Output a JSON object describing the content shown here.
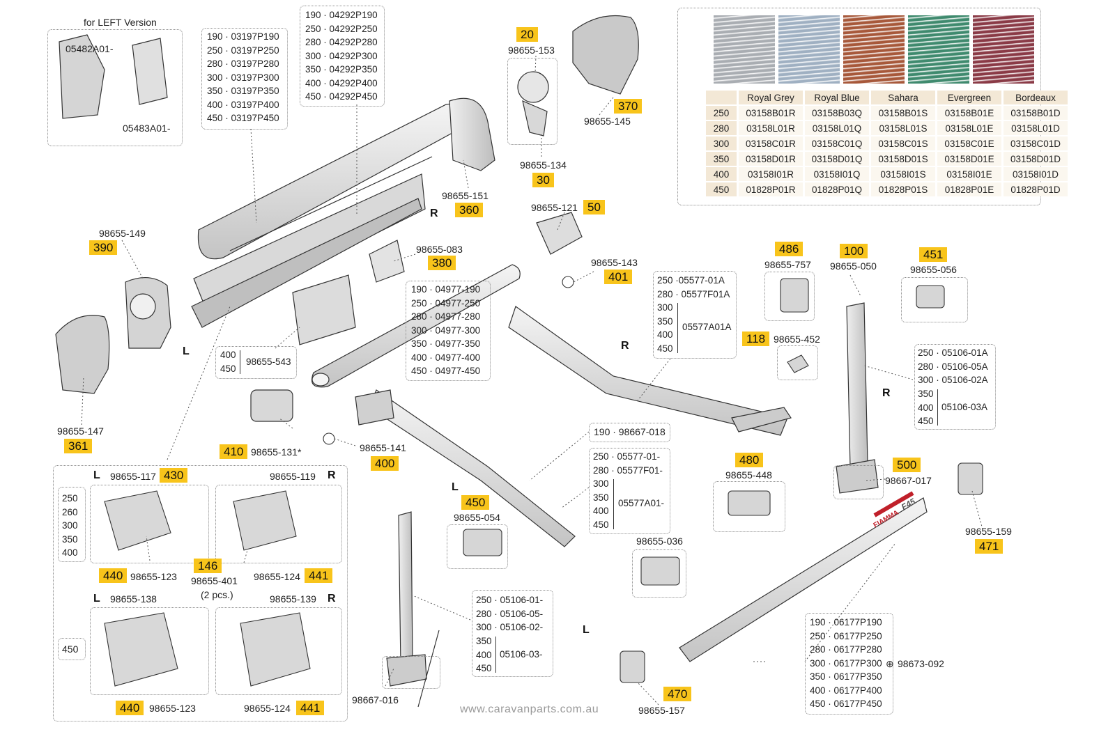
{
  "website": "www.caravanparts.com.au",
  "left_version": {
    "title": "for LEFT Version",
    "cap_part": "05482A01-",
    "bracket_part": "05483A01-"
  },
  "fabric": {
    "colors": [
      {
        "name": "Royal Grey",
        "swatch": "#a9adb2"
      },
      {
        "name": "Royal Blue",
        "swatch": "#9fb0c2"
      },
      {
        "name": "Sahara",
        "swatch": "#a7583a"
      },
      {
        "name": "Evergreen",
        "swatch": "#3f8a6e"
      },
      {
        "name": "Bordeaux",
        "swatch": "#8a3a46"
      }
    ],
    "rows": [
      {
        "size": "250",
        "codes": [
          "03158B01R",
          "03158B03Q",
          "03158B01S",
          "03158B01E",
          "03158B01D"
        ]
      },
      {
        "size": "280",
        "codes": [
          "03158L01R",
          "03158L01Q",
          "03158L01S",
          "03158L01E",
          "03158L01D"
        ]
      },
      {
        "size": "300",
        "codes": [
          "03158C01R",
          "03158C01Q",
          "03158C01S",
          "03158C01E",
          "03158C01D"
        ]
      },
      {
        "size": "350",
        "codes": [
          "03158D01R",
          "03158D01Q",
          "03158D01S",
          "03158D01E",
          "03158D01D"
        ]
      },
      {
        "size": "400",
        "codes": [
          "03158I01R",
          "03158I01Q",
          "03158I01S",
          "03158I01E",
          "03158I01D"
        ]
      },
      {
        "size": "450",
        "codes": [
          "01828P01R",
          "01828P01Q",
          "01828P01S",
          "01828P01E",
          "01828P01D"
        ]
      }
    ]
  },
  "lists": {
    "cover": [
      "190 · 03197P190",
      "250 · 03197P250",
      "280 · 03197P280",
      "300 · 03197P300",
      "350 · 03197P350",
      "400 · 03197P400",
      "450 · 03197P450"
    ],
    "profile": [
      "190 · 04292P190",
      "250 · 04292P250",
      "280 · 04292P280",
      "300 · 04292P300",
      "350 · 04292P350",
      "400 · 04292P400",
      "450 · 04292P450"
    ],
    "roller": [
      "190 · 04977-190",
      "250 · 04977-250",
      "280 · 04977-280",
      "300 · 04977-300",
      "350 · 04977-350",
      "400 · 04977-400",
      "450 · 04977-450"
    ],
    "front_bar": [
      "190 · 06177P190",
      "250 · 06177P250",
      "280 · 06177P280",
      "300 · 06177P300",
      "350 · 06177P350",
      "400 · 06177P400",
      "450 · 06177P450"
    ],
    "front_bar_plug": "98673-092",
    "arm_right_a": [
      "250 ·05577-01A",
      "280 · 05577F01A"
    ],
    "arm_right_b": {
      "sizes": [
        "300",
        "350",
        "400",
        "450"
      ],
      "code": "05577A01A"
    },
    "arm_left_a": [
      "250 · 05577-01-",
      "280 · 05577F01-"
    ],
    "arm_left_b": {
      "sizes": [
        "300",
        "350",
        "400",
        "450"
      ],
      "code": "05577A01-"
    },
    "arm_190": "190 · 98667-018",
    "leg_right_a": [
      "250 · 05106-01A",
      "280 · 05106-05A",
      "300 · 05106-02A"
    ],
    "leg_right_b": {
      "sizes": [
        "350",
        "400",
        "450"
      ],
      "code": "05106-03A"
    },
    "leg_left_a": [
      "250 · 05106-01-",
      "280 · 05106-05-",
      "300 · 05106-02-"
    ],
    "leg_left_b": {
      "sizes": [
        "350",
        "400",
        "450"
      ],
      "code": "05106-03-"
    },
    "support_400": {
      "sizes": [
        "400",
        "450"
      ],
      "code": "98655-543"
    },
    "sizes_250_400": [
      "250",
      "260",
      "300",
      "350",
      "400"
    ],
    "size_450": "450"
  },
  "parts": {
    "p390": {
      "code": "98655-149",
      "num": "390"
    },
    "p361": {
      "code": "98655-147",
      "num": "361"
    },
    "p360": {
      "code": "98655-151",
      "num": "360"
    },
    "p20": {
      "code": "98655-153",
      "num": "20"
    },
    "p30": {
      "code": "98655-134",
      "num": "30"
    },
    "p370": {
      "code": "98655-145",
      "num": "370"
    },
    "p50": {
      "code": "98655-121",
      "num": "50"
    },
    "p380": {
      "code": "98655-083",
      "num": "380"
    },
    "p401": {
      "code": "98655-143",
      "num": "401"
    },
    "p410": {
      "code": "98655-131*",
      "num": "410"
    },
    "p400": {
      "code": "98655-141",
      "num": "400"
    },
    "p486": {
      "code": "98655-757",
      "num": "486"
    },
    "p100": {
      "code": "98655-050",
      "num": "100"
    },
    "p451": {
      "code": "98655-056",
      "num": "451"
    },
    "p118": {
      "code": "98655-452",
      "num": "118"
    },
    "p480": {
      "code": "98655-448",
      "num": "480"
    },
    "p500": {
      "code": "98667-017",
      "num": "500"
    },
    "p471": {
      "code": "98655-159",
      "num": "471"
    },
    "p450": {
      "code": "98655-054",
      "num": "450"
    },
    "p036": {
      "code": "98655-036"
    },
    "p470": {
      "code": "98655-157",
      "num": "470"
    },
    "p016": {
      "code": "98667-016"
    },
    "p430": {
      "code": "98655-117",
      "num": "430"
    },
    "p119": {
      "code": "98655-119"
    },
    "p440a": {
      "code": "98655-123",
      "num": "440"
    },
    "p441a": {
      "code": "98655-124",
      "num": "441"
    },
    "p146": {
      "code": "98655-401",
      "num": "146",
      "note": "(2 pcs.)"
    },
    "p138": {
      "code": "98655-138"
    },
    "p139": {
      "code": "98655-139"
    },
    "p440b": {
      "code": "98655-123",
      "num": "440"
    },
    "p441b": {
      "code": "98655-124",
      "num": "441"
    }
  },
  "sides": {
    "left": "L",
    "right": "R"
  },
  "brand": {
    "logo": "FIAMMA",
    "model": "F45"
  },
  "colors": {
    "highlight": "#f8c41b",
    "line": "#333333",
    "part_fill": "#e2e2e2"
  }
}
